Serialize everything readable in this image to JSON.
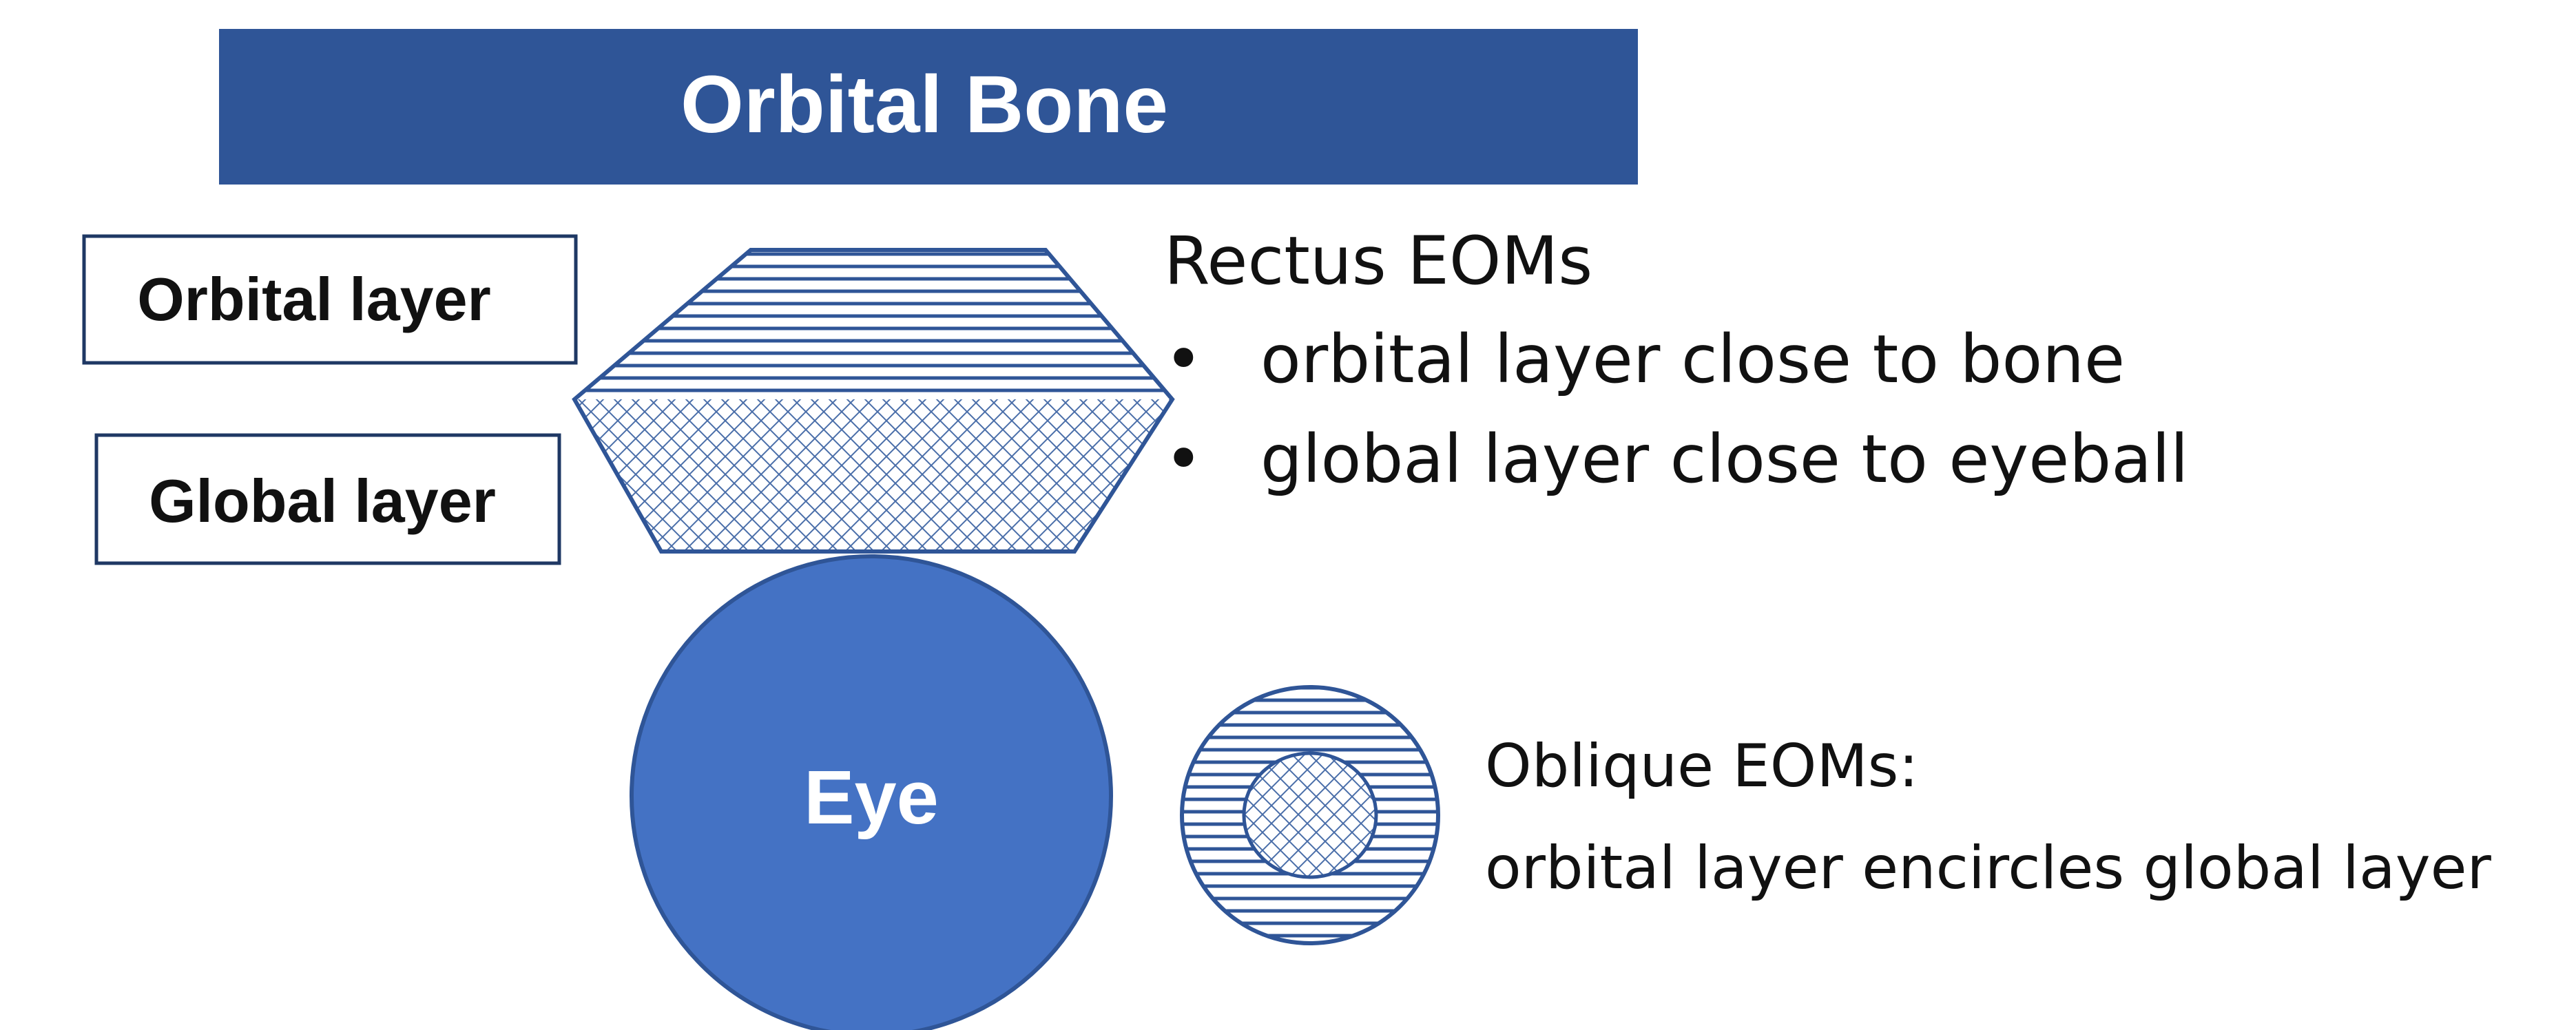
{
  "title_bar": {
    "text": "Orbital Bone"
  },
  "labels": {
    "orbital_layer": "Orbital layer",
    "global_layer": "Global layer"
  },
  "eye": {
    "text": "Eye"
  },
  "rectus": {
    "heading": "Rectus EOMs",
    "bullet_glyph": "•",
    "bullets": [
      "orbital layer close to bone",
      "global layer close to eyeball"
    ]
  },
  "oblique": {
    "heading": "Oblique EOMs:",
    "description": "orbital layer encircles global layer"
  },
  "colors": {
    "primary_blue": "#2f5597",
    "eye_blue": "#4472c4",
    "pattern_blue": "#2f5597",
    "box_border": "#1f3864",
    "text": "#111111"
  },
  "patterns": {
    "orbital_layer": "horizontal-lines",
    "global_layer": "cross-hatch"
  }
}
